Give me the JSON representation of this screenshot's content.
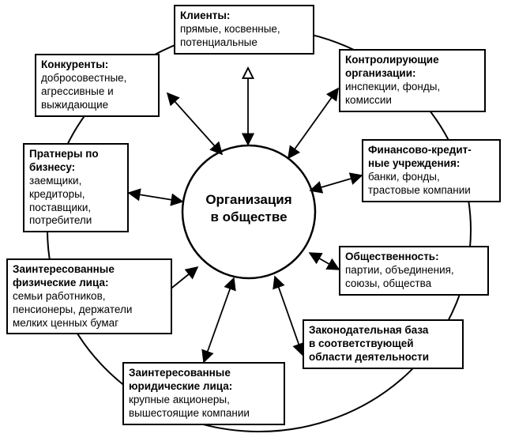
{
  "center": {
    "line1": "Организация",
    "line2": "в обществе"
  },
  "boxes": {
    "clients": {
      "title": "Клиенты:",
      "l1": "прямые, косвенные,",
      "l2": "потенциальные"
    },
    "competitors": {
      "title": "Конкуренты:",
      "l1": "добросовестные,",
      "l2": "агрессивные и",
      "l3": "выжидающие"
    },
    "controllers": {
      "t1": "Контролирующие",
      "t2": "организации:",
      "l1": "инспекции, фонды,",
      "l2": "комиссии"
    },
    "partners": {
      "t1": "Пратнеры по",
      "t2": "бизнесу:",
      "l1": "заемщики,",
      "l2": "кредиторы,",
      "l3": "поставщики,",
      "l4": "потребители"
    },
    "finance": {
      "t1": "Финансово-кредит-",
      "t2": "ные учреждения:",
      "l1": "банки, фонды,",
      "l2": "трастовые компании"
    },
    "public": {
      "title": "Общественность:",
      "l1": "партии, объединения,",
      "l2": "союзы, общества"
    },
    "individuals": {
      "t1": "Заинтересованные",
      "t2": "физические лица:",
      "l1": "семьи работников,",
      "l2": "пенсионеры, держатели",
      "l3": "мелких ценных бумаг"
    },
    "legislation": {
      "l1": "Законодательная база",
      "l2": "в соответствующей",
      "l3": "области деятельности"
    },
    "legal_entities": {
      "t1": "Заинтересованные",
      "t2": "юридические лица:",
      "l1": "крупные акционеры,",
      "l2": "вышестоящие компании"
    }
  }
}
